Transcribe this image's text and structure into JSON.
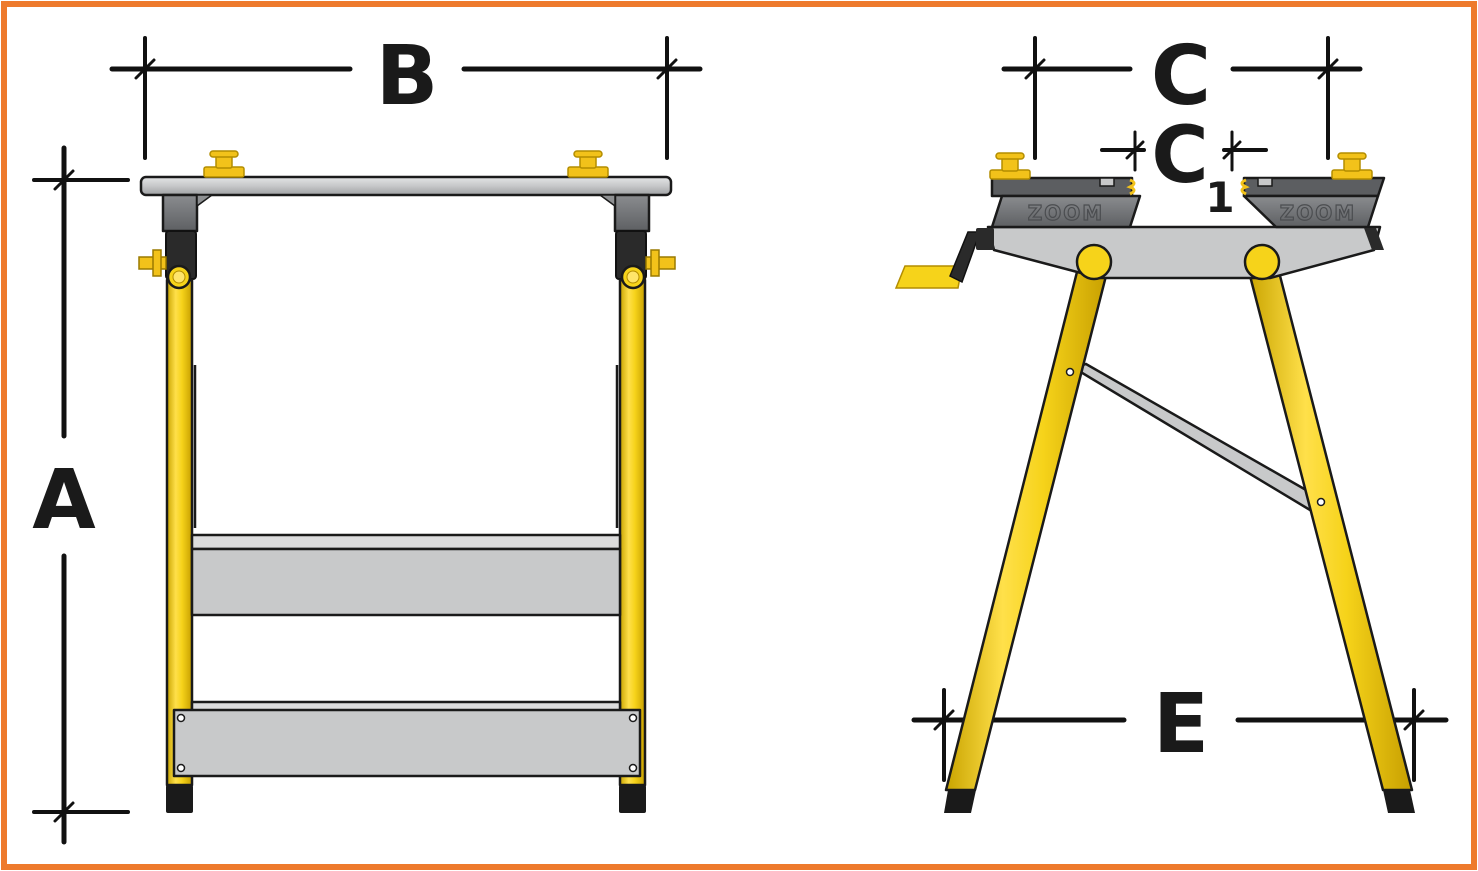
{
  "dimensions": {
    "A": "A",
    "B": "B",
    "C": "C",
    "C1_main": "C",
    "C1_sub": "1",
    "E": "E"
  },
  "brand": {
    "left_jaw": "ZOOM",
    "right_jaw": "ZOOM"
  },
  "colors": {
    "border": "#ee7a2c",
    "leg_yellow": "#f6d31a",
    "leg_edge": "#b89400",
    "steel": "#c8c9ca",
    "steel_dark": "#8e9092",
    "jaw_grey": "#6b6d70",
    "foot": "#1a1a1a",
    "knob": "#f2c21a"
  }
}
